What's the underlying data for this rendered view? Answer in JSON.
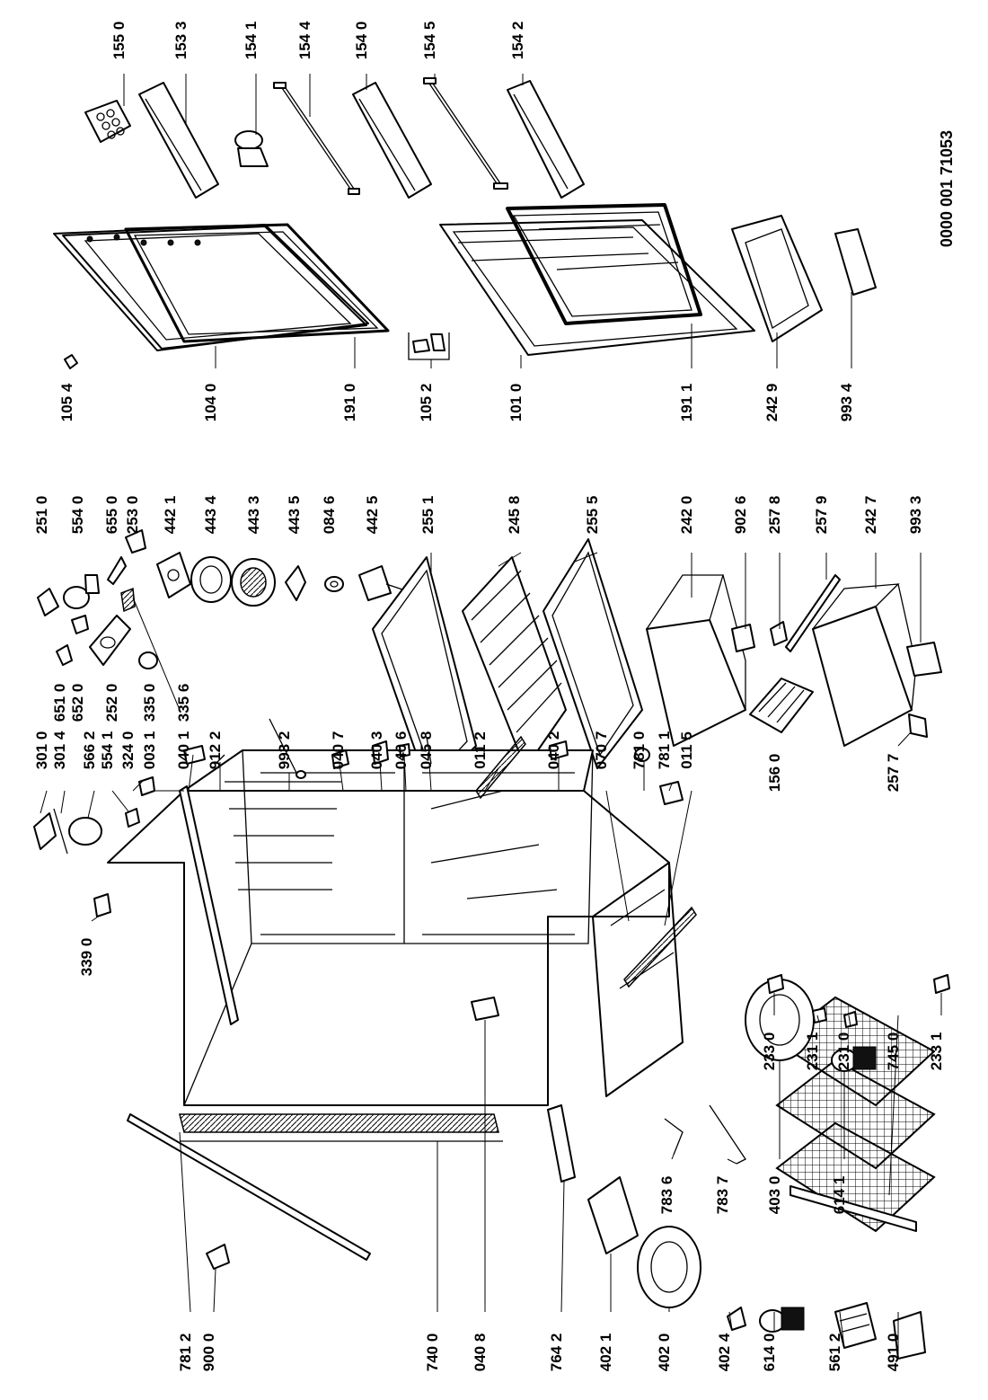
{
  "document": {
    "number": "0000 001 71053"
  },
  "labels": {
    "l1550": "155 0",
    "l1533": "153 3",
    "l1541": "154 1",
    "l1544": "154 4",
    "l1540": "154 0",
    "l1545": "154 5",
    "l1542": "154 2",
    "l1054": "105 4",
    "l1040": "104 0",
    "l1910": "191 0",
    "l1052": "105 2",
    "l1010": "101 0",
    "l1911": "191 1",
    "l2429": "242 9",
    "l9934": "993 4",
    "l2510": "251 0",
    "l5540": "554 0",
    "l6550": "655 0",
    "l2530": "253 0",
    "l4421": "442 1",
    "l4434": "443 4",
    "l4433": "443 3",
    "l4435": "443 5",
    "l0846": "084 6",
    "l4425": "442 5",
    "l2551": "255 1",
    "l2458": "245 8",
    "l2555": "255 5",
    "l2420": "242 0",
    "l9026": "902 6",
    "l2578": "257 8",
    "l2579": "257 9",
    "l2427": "242 7",
    "l9933": "993 3",
    "l6510": "651 0",
    "l6520": "652 0",
    "l2520": "252 0",
    "l3350": "335 0",
    "l3356": "335 6",
    "l1560": "156 0",
    "l2577": "257 7",
    "l3010": "301 0",
    "l3014": "301 4",
    "l5662": "566 2",
    "l5541": "554 1",
    "l3240": "324 0",
    "l0031": "003 1",
    "l0401": "040 1",
    "l9122": "912 2",
    "l9932": "993 2",
    "l0407": "040 7",
    "l0403": "040 3",
    "l0406": "040 6",
    "l0458": "045 8",
    "l0112": "011 2",
    "l0402": "040 2",
    "l0707": "070 7",
    "l7810": "781 0",
    "l7811": "781 1",
    "l0115": "011 5",
    "l3390": "339 0",
    "l2330": "233 0",
    "l2311": "231 1",
    "l2310": "231 0",
    "l7450": "745 0",
    "l2331": "233 1",
    "l7836": "783 6",
    "l7837": "783 7",
    "l4030": "403 0",
    "l6141": "614 1",
    "l7812": "781 2",
    "l9000": "900 0",
    "l7400": "740 0",
    "l0408": "040 8",
    "l7642": "764 2",
    "l4021": "402 1",
    "l4020": "402 0",
    "l4024": "402 4",
    "l6140": "614 0",
    "l5612": "561 2",
    "l4910": "491 0"
  }
}
